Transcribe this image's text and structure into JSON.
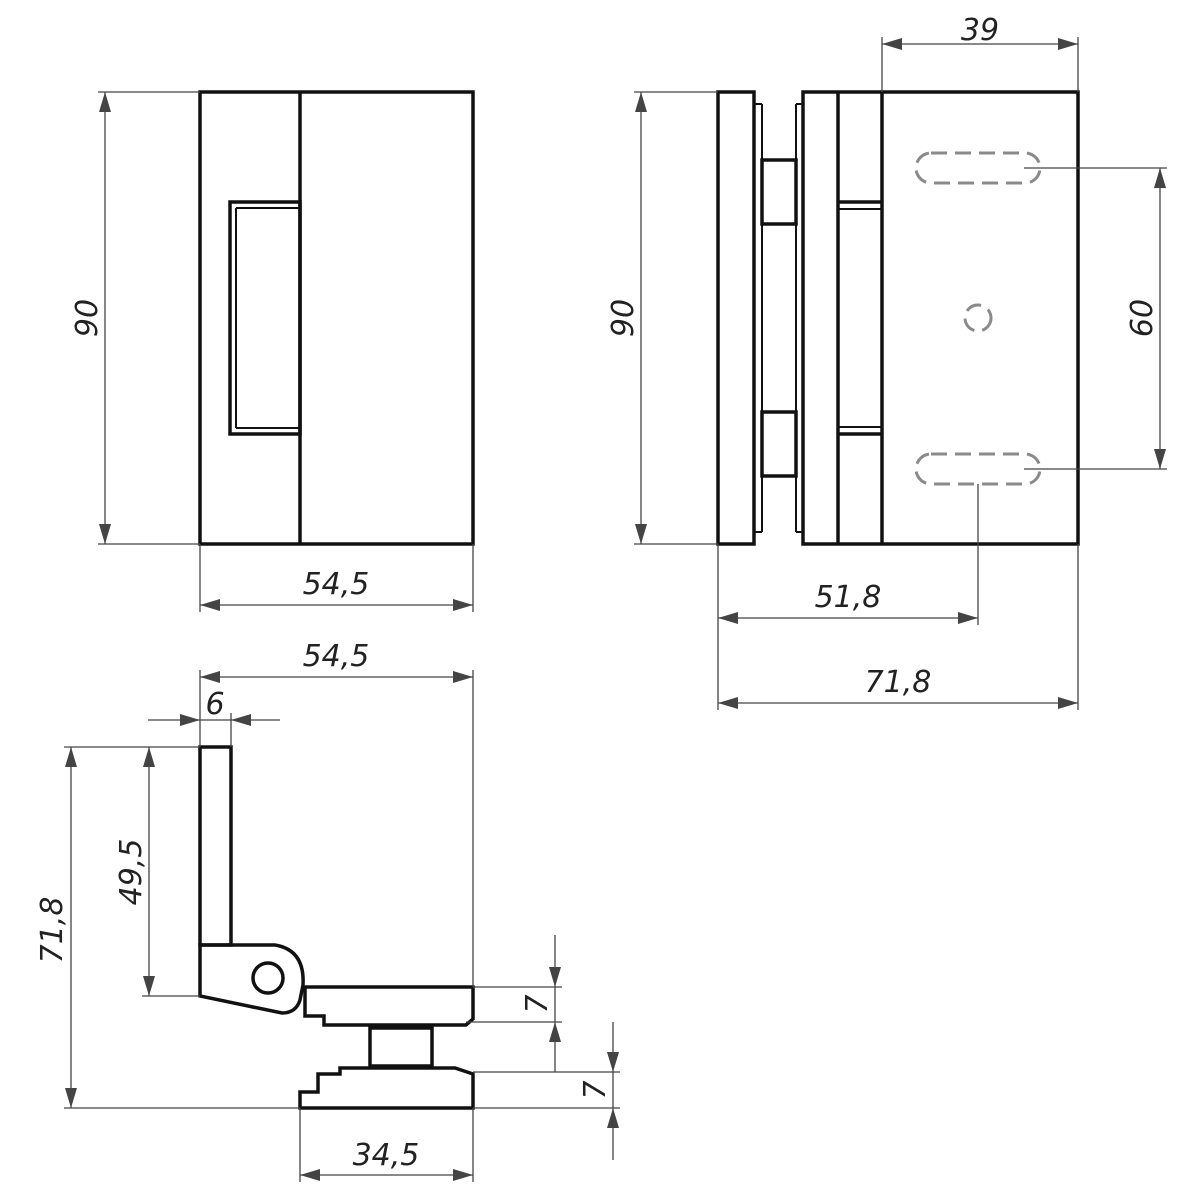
{
  "views": {
    "front": {
      "height_dim": "90",
      "width_dim": "54,5"
    },
    "side": {
      "height_dim": "90",
      "top_width_dim": "39",
      "slot_spacing_dim": "60",
      "slot_offset_dim": "51,8",
      "total_width_dim": "71,8"
    },
    "top": {
      "total_width_dim": "54,5",
      "leaf_thickness_dim": "6",
      "total_height_dim": "71,8",
      "leaf_height_dim": "49,5",
      "plate_thickness_upper_dim": "7",
      "plate_thickness_lower_dim": "7",
      "base_width_dim": "34,5"
    }
  }
}
